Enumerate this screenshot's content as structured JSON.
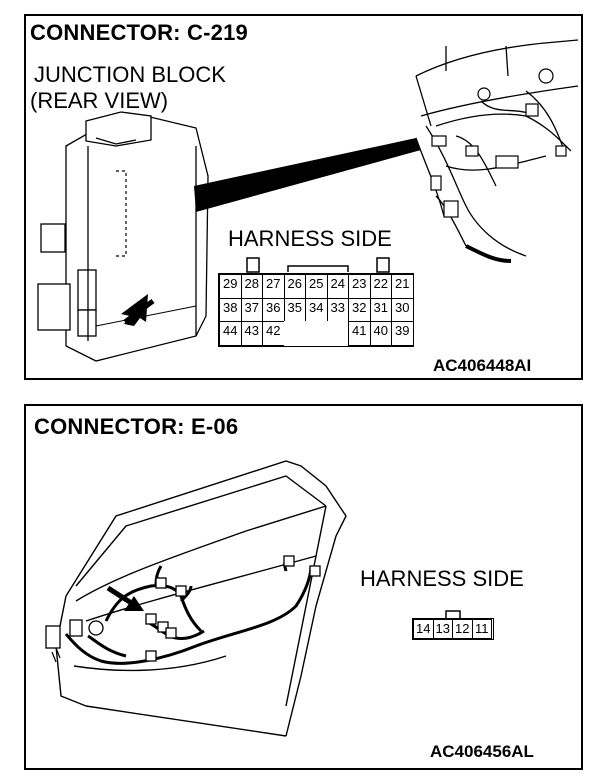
{
  "panel1": {
    "title": "CONNECTOR: C-219",
    "subtitle_line1": "JUNCTION BLOCK",
    "subtitle_line2": "(REAR VIEW)",
    "harness_label": "HARNESS SIDE",
    "code": "AC406448AI",
    "pins_row1": [
      "29",
      "28",
      "27",
      "26",
      "25",
      "24",
      "23",
      "22",
      "21"
    ],
    "pins_row2": [
      "38",
      "37",
      "36",
      "35",
      "34",
      "33",
      "32",
      "31",
      "30"
    ],
    "pins_row3": [
      "44",
      "43",
      "42",
      "",
      "",
      "",
      "41",
      "40",
      "39"
    ]
  },
  "panel2": {
    "title": "CONNECTOR: E-06",
    "harness_label": "HARNESS SIDE",
    "code": "AC406456AL",
    "pins": [
      "14",
      "13",
      "12",
      "11"
    ]
  }
}
